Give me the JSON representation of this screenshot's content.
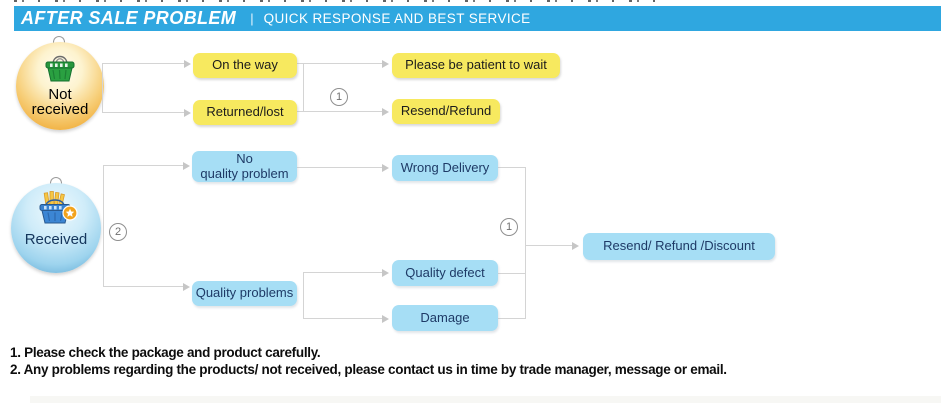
{
  "banner": {
    "title": "AFTER SALE PROBLEM",
    "divider": "|",
    "subtitle": "QUICK RESPONSE AND BEST SERVICE"
  },
  "flowchart": {
    "start_nodes": {
      "not_received": {
        "line1": "Not",
        "line2": "received",
        "icon": "green-basket-icon"
      },
      "received": {
        "label": "Received",
        "icon": "blue-basket-icon"
      }
    },
    "markers": {
      "branch1": "1",
      "branch2": "2",
      "merge1": "1"
    },
    "nodes": {
      "on_the_way": "On the way",
      "returned_lost": "Returned/lost",
      "please_wait": "Please be patient to wait",
      "resend_refund": "Resend/Refund",
      "no_quality_problem_line1": "No",
      "no_quality_problem_line2": "quality problem",
      "quality_problems": "Quality problems",
      "wrong_delivery": "Wrong Delivery",
      "quality_defect": "Quality defect",
      "damage": "Damage",
      "resend_refund_discount": "Resend/ Refund /Discount"
    }
  },
  "notes": {
    "line1": "1. Please check the package and product carefully.",
    "line2": "2. Any problems regarding the products/ not received, please contact us in time by trade manager, message or email."
  },
  "colors": {
    "banner_bg": "#2FA7E0",
    "yellow_node_bg": "#F7E95F",
    "blue_node_bg": "#A6DEF5",
    "blue_node_text": "#1E3A66",
    "connector": "#D4D4D4",
    "not_received_circle": "#F0A630",
    "received_circle": "#6FB5DC"
  }
}
